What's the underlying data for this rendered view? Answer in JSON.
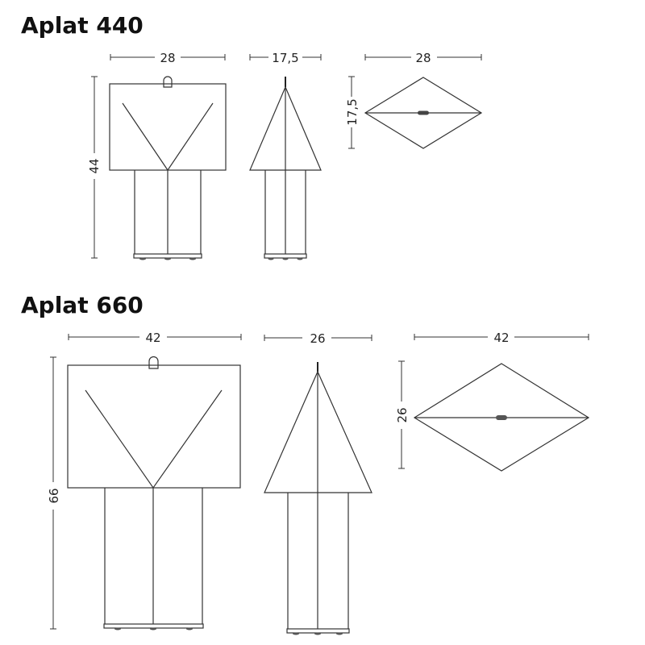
{
  "models": [
    {
      "title": "Aplat 440",
      "front": {
        "width": "28",
        "height": "44"
      },
      "side": {
        "width": "17,5"
      },
      "top": {
        "width": "28",
        "depth": "17,5"
      }
    },
    {
      "title": "Aplat 660",
      "front": {
        "width": "42",
        "height": "66"
      },
      "side": {
        "width": "26"
      },
      "top": {
        "width": "42",
        "depth": "26"
      }
    }
  ],
  "colors": {
    "line": "#333333",
    "text": "#111111",
    "background": "#ffffff"
  }
}
